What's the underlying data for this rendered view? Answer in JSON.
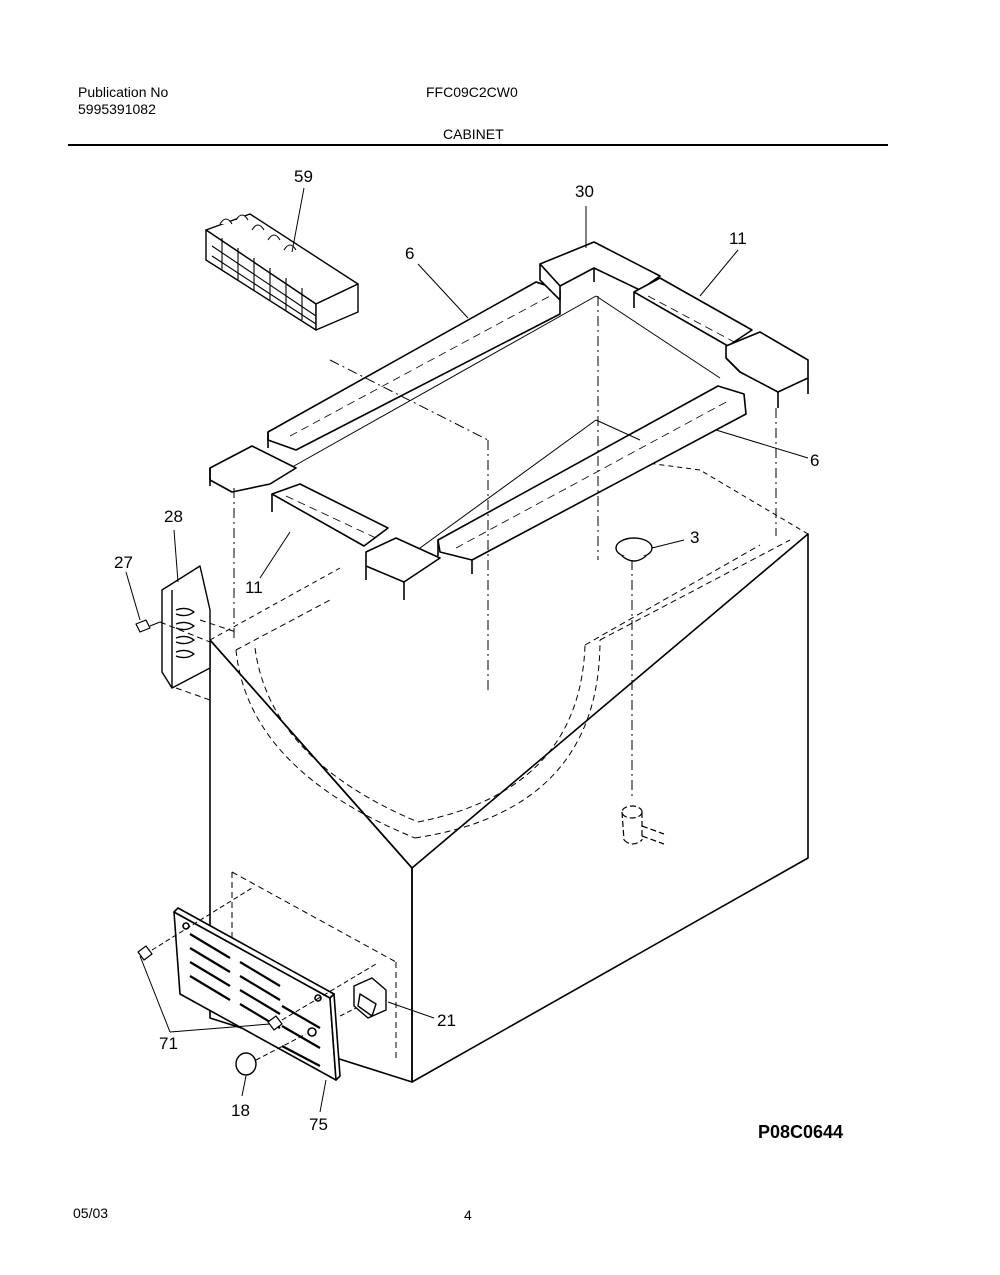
{
  "header": {
    "publication_label": "Publication No",
    "publication_number": "5995391082",
    "model_number": "FFC09C2CW0",
    "section_title": "CABINET"
  },
  "callouts": {
    "c59": "59",
    "c30": "30",
    "c6_top": "6",
    "c11_top": "11",
    "c6_right": "6",
    "c28": "28",
    "c27": "27",
    "c11_left": "11",
    "c3": "3",
    "c21": "21",
    "c71": "71",
    "c18": "18",
    "c75": "75"
  },
  "diagram_code": "P08C0644",
  "footer": {
    "date": "05/03",
    "page_number": "4"
  }
}
